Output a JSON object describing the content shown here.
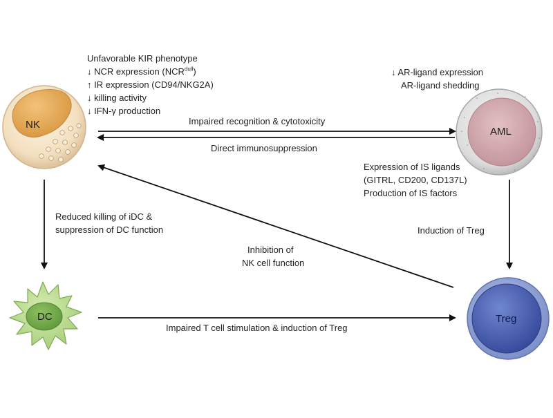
{
  "cells": {
    "nk": {
      "label": "NK",
      "color": "#e9b060"
    },
    "aml": {
      "label": "AML",
      "color": "#c998a0"
    },
    "dc": {
      "label": "DC",
      "color": "#b7d98a"
    },
    "treg": {
      "label": "Treg",
      "color": "#4f66b4"
    }
  },
  "nk_effects": {
    "line1": "Unfavorable KIR phenotype",
    "line2_prefix": "↓ NCR expression (NCR",
    "line2_sup": "dull",
    "line2_suffix": ")",
    "line3": "↑ IR expression (CD94/NKG2A)",
    "line4": "↓ killing activity",
    "line5": "↓ IFN-γ production"
  },
  "aml_ligands": {
    "line1": "↓ AR-ligand expression",
    "line2": "AR-ligand shedding"
  },
  "aml_factors": {
    "line1": "Expression of IS ligands",
    "line2": "(GITRL, CD200, CD137L)",
    "line3": "Production of IS factors"
  },
  "arrows": {
    "nk_to_aml": "Impaired recognition & cytotoxicity",
    "aml_to_nk": "Direct immunosuppression",
    "nk_to_dc_line1": "Reduced killing of iDC &",
    "nk_to_dc_line2": "suppression of DC function",
    "aml_to_treg": "Induction of Treg",
    "treg_to_nk_line1": "Inhibition of",
    "treg_to_nk_line2": "NK cell function",
    "dc_to_treg": "Impaired T cell stimulation & induction of Treg"
  }
}
